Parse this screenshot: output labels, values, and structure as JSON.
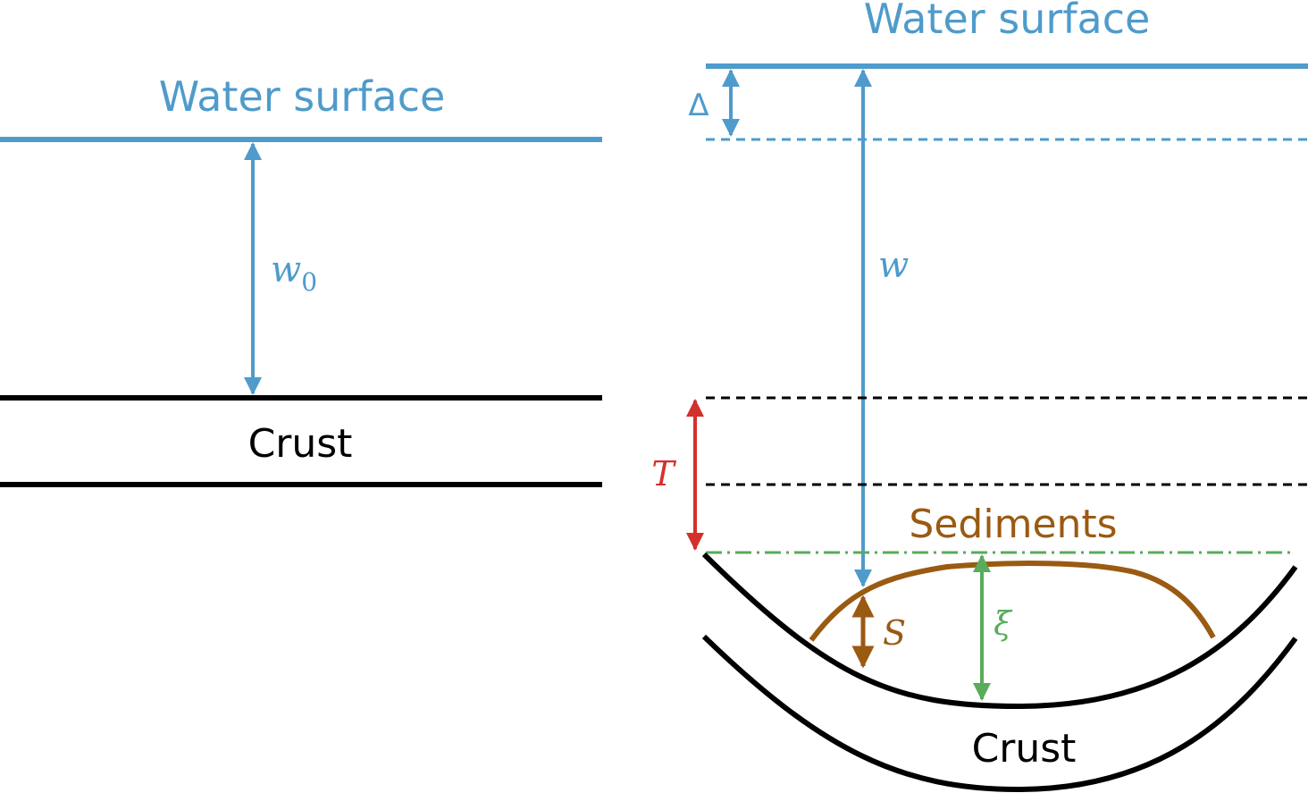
{
  "left_panel": {
    "water_surface_label": "Water surface",
    "depth_symbol": "w",
    "depth_subscript": "0",
    "crust_label": "Crust"
  },
  "right_panel": {
    "water_surface_label": "Water surface",
    "sea_level_change_symbol": "Δ",
    "depth_symbol": "w",
    "thickness_symbol": "T",
    "sediments_label": "Sediments",
    "sediment_thickness_symbol": "S",
    "sediment_elevation_symbol": "ξ",
    "crust_label": "Crust"
  },
  "colors": {
    "water": "#4f9bcb",
    "crust": "#000000",
    "thickness": "#d3312b",
    "sediment": "#9a5a12",
    "sediment_reference": "#5aab5a"
  }
}
